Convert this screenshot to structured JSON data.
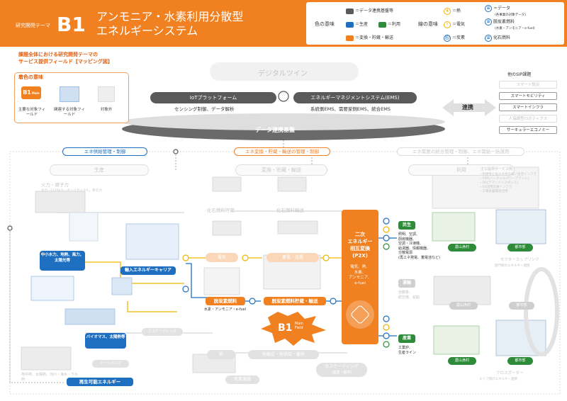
{
  "header": {
    "tag": "研究開発テーマ",
    "code": "B1",
    "title_line1": "アンモニア・水素利用分散型",
    "title_line2": "エネルギーシステム"
  },
  "legend": {
    "color_meaning": "色の意味",
    "line_meaning": "線の意味",
    "colors": [
      {
        "label": "＝データ連携基盤等",
        "color": "#5a5a5a"
      },
      {
        "label": "＝生産",
        "color": "#1e6fc0"
      },
      {
        "label": "＝利用",
        "color": "#2e8b3a"
      },
      {
        "label": "＝変換・貯蔵・輸送",
        "color": "#f08020"
      }
    ],
    "lines": [
      {
        "glyph": "④",
        "label": "＝熱",
        "color": "#f0b400"
      },
      {
        "glyph": "⚡",
        "label": "＝電気",
        "color": "#f0b400"
      },
      {
        "glyph": "Ⓒ",
        "label": "＝炭素",
        "color": "#1e6fc0"
      },
      {
        "glyph": "≡",
        "label": "＝データ",
        "sub": "(各事業の対象データ)",
        "color": "#1e6fc0"
      },
      {
        "glyph": "≡",
        "label": "脱炭素燃料",
        "sub": "(水素・アンモニア・e-fuel)",
        "color": "#1e6fc0"
      },
      {
        "glyph": "≡",
        "label": "化石燃料",
        "color": "#1e6fc0"
      }
    ]
  },
  "intro": {
    "line1": "課題全体における研究開発テーマの",
    "line2": "サービス提供フィールド【マッピング図】"
  },
  "meaning": {
    "title": "着色の意味",
    "badge": "B1",
    "badge_sub": "Main Field",
    "items": [
      {
        "label": "主要な対象フィールド"
      },
      {
        "label": "関連する対象フィールド"
      },
      {
        "label": "対象外"
      }
    ]
  },
  "digital_twin": "デジタルツイン",
  "iot_platform": {
    "title": "IoTプラットフォーム",
    "desc": "センシング制御、データ解析"
  },
  "ems": {
    "title": "エネルギーマネジメントシステム(EMS)",
    "desc": "系統側EMS、需要家側EMS、統合EMS"
  },
  "data_platform": "データ連携基盤",
  "link_label": "連携",
  "sip": {
    "title": "他のSIP課題",
    "items": [
      {
        "label": "スマート防災",
        "active": false
      },
      {
        "label": "スマートモビリティ",
        "active": true
      },
      {
        "label": "スマートインフラ",
        "active": true
      },
      {
        "label": "人協調型ロボティクス",
        "active": false
      },
      {
        "label": "サーキュラーエコノミー",
        "active": true
      }
    ]
  },
  "sections": {
    "supply": "エネ供給管理・制御",
    "convert": "エネ変換・貯蔵・輸送の管理・制御",
    "demand": "エネ需要の統合管理・制御、エネ需給一括運用"
  },
  "columns": {
    "production": "生産",
    "conversion": "変換・貯蔵・輸送",
    "use": "利用"
  },
  "ghost_labels": {
    "thermal": "火力・原子力",
    "thermal_sub": "水力・CCUS/カーボンリサイクル、原子力",
    "fossil_storage": "化石燃料貯蔵",
    "fossil_transport": "化石燃料輸送",
    "electricity": "電気",
    "storage_transmission": "蓄電・送電",
    "heat": "熱",
    "heat_transport": "熱輸送・熱供給・蓄熱",
    "carbon_cycle": "炭素循環",
    "cascading_ghost": "カスケーディング",
    "heat_pump": "ヒートポンプ",
    "cascading": "カスケーディング",
    "cascading_sub": "(産業・都市)",
    "coal_tail": "地中熱、太陽熱、河川・海水・下水熱",
    "crossover": "クロスボーダー",
    "crossover_sub": "エリア間のエネルギー連携",
    "sector_coupling": "セクターカップリング",
    "sector_coupling_sub": "部門間のエネルギー連携",
    "service_title": "主な提供サービス例",
    "services": [
      "・利便性と省エネ性の高い生活インフラ",
      "・VPP(バーチャルパワープラント)",
      "・DR(デマンドリスポンス)",
      "・EV活用交通インフラ",
      "・工場系蓄電池活用"
    ],
    "transport": "運輸",
    "transport_sub1": "自動車、",
    "transport_sub2": "航空機、船舶",
    "farm": "農山漁村",
    "city": "都市部"
  },
  "production": {
    "renewables": "中小水力、地熱、風力、太陽光等",
    "import_carrier": "輸入エネルギーキャリア",
    "biomass": "バイオマス、太陽熱等",
    "renewable_energy": "再生可能エネルギー"
  },
  "conversion": {
    "decarb_fuel": "脱炭素燃料",
    "decarb_fuel_sub": "水素・アンモニア・e-fuel",
    "decarb_storage": "脱炭素燃料貯蔵・輸送",
    "b1": "B1",
    "b1_main": "Main",
    "b1_field": "Field",
    "p2x_title1": "二次",
    "p2x_title2": "エネルギー",
    "p2x_title3": "相互変換",
    "p2x_title4": "(P2X)",
    "p2x_sub1": "電気、熱、",
    "p2x_sub2": "水素、",
    "p2x_sub3": "アンモニア、",
    "p2x_sub4": "e-fuel"
  },
  "use": {
    "residential": "民生",
    "residential_desc": [
      "照明、空調、",
      "厨房機器、",
      "空調・冷凍機、",
      "給湯器、情報機器、",
      "分散電源",
      "(再エネ発電、蓄電池など)"
    ],
    "industry": "産業",
    "industry_desc": [
      "工業炉、",
      "生産ライン"
    ],
    "farm": "農山漁村",
    "city": "都市部"
  }
}
